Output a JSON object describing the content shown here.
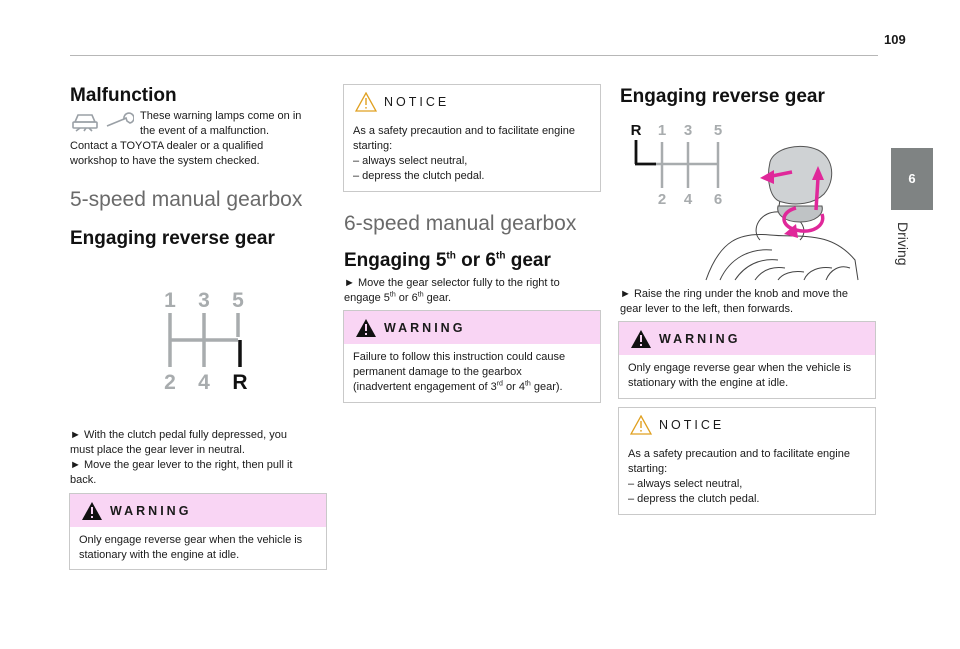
{
  "page_number": "109",
  "side_tab": {
    "number": "6",
    "label": "Driving"
  },
  "col1": {
    "malfunction_title": "Malfunction",
    "malfunction_text_1": "These warning lamps come on in",
    "malfunction_text_2": "the event of a malfunction.",
    "malfunction_text_3": "Contact a TOYOTA dealer or a qualified",
    "malfunction_text_4": "workshop to have the system checked.",
    "section_title": "5-speed manual gearbox",
    "subsection_title": "Engaging reverse gear",
    "diagram_labels": {
      "g1": "1",
      "g3": "3",
      "g5": "5",
      "g2": "2",
      "g4": "4",
      "gr": "R"
    },
    "step_1a": "► With the clutch pedal fully depressed, you",
    "step_1b": "must place the gear lever in neutral.",
    "step_2a": "► Move the gear lever to the right, then pull it",
    "step_2b": "back.",
    "warning_title": "WARNING",
    "warning_text_1": "Only engage reverse gear when the vehicle is",
    "warning_text_2": "stationary with the engine at idle."
  },
  "col2": {
    "notice_title": "NOTICE",
    "notice_text_1": "As a safety precaution and to facilitate engine",
    "notice_text_2": "starting:",
    "notice_text_3": "– always select neutral,",
    "notice_text_4": "– depress the clutch pedal.",
    "section_title": "6-speed manual gearbox",
    "subsection_pre": "Engaging 5",
    "subsection_sup1": "th",
    "subsection_mid": " or 6",
    "subsection_sup2": "th",
    "subsection_post": " gear",
    "step_a_pre": "► Move the gear selector fully to the right to",
    "step_b_pre": "engage 5",
    "step_b_sup1": "th",
    "step_b_mid": " or 6",
    "step_b_sup2": "th",
    "step_b_post": " gear.",
    "warning_title": "WARNING",
    "warning_text_1": "Failure to follow this instruction could cause",
    "warning_text_2": "permanent damage to the gearbox",
    "warning_text_3_pre": "(inadvertent engagement of 3",
    "warning_text_3_sup1": "rd",
    "warning_text_3_mid": " or 4",
    "warning_text_3_sup2": "th",
    "warning_text_3_post": " gear)."
  },
  "col3": {
    "title": "Engaging reverse gear",
    "diagram_labels": {
      "gr": "R",
      "g1": "1",
      "g3": "3",
      "g5": "5",
      "g2": "2",
      "g4": "4",
      "g6": "6"
    },
    "step_a": "► Raise the ring under the knob and move the",
    "step_b": "gear lever to the left, then forwards.",
    "warning_title": "WARNING",
    "warning_text_1": "Only engage reverse gear when the vehicle is",
    "warning_text_2": "stationary with the engine at idle.",
    "notice_title": "NOTICE",
    "notice_text_1": "As a safety precaution and to facilitate engine",
    "notice_text_2": "starting:",
    "notice_text_3": "– always select neutral,",
    "notice_text_4": "– depress the clutch pedal."
  },
  "colors": {
    "warning_band": "#f9d5f4",
    "side_tab": "#7f8383",
    "notice_icon": "#e0a020",
    "arrow": "#e0289a",
    "gear_grey": "#a8acae"
  },
  "icons": [
    "car-warning-icon",
    "wrench-icon",
    "warning-triangle-icon",
    "notice-triangle-icon"
  ]
}
